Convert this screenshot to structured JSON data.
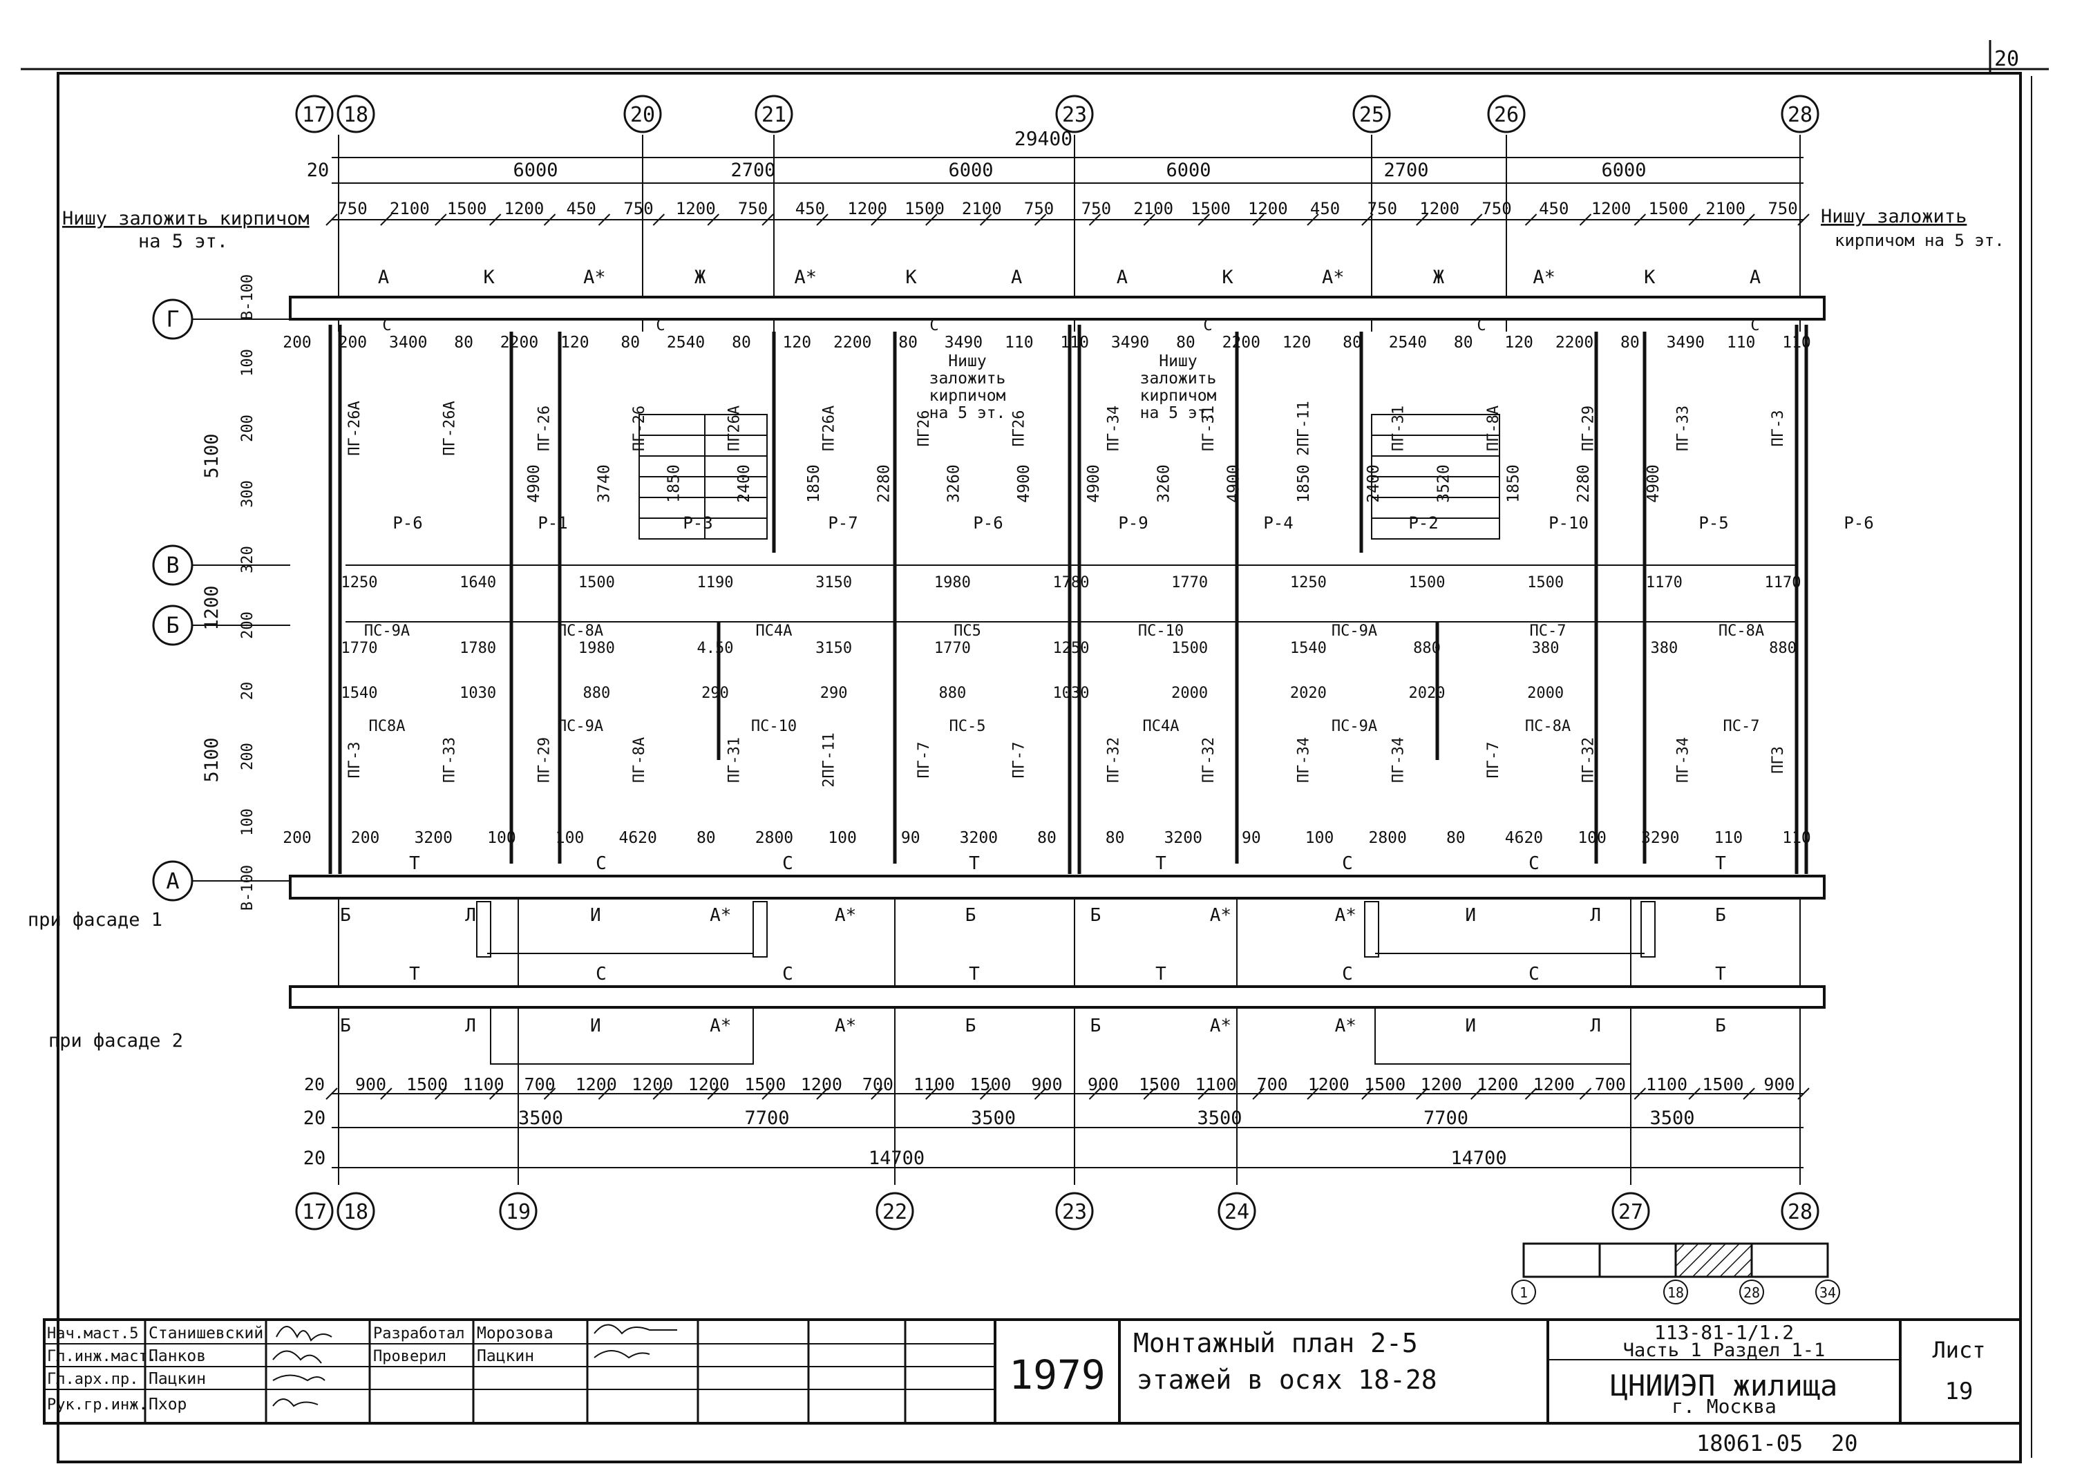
{
  "sheet": {
    "corner_number": "20",
    "title_line1": "Монтажный план 2-5",
    "title_line2": "этажей в осях 18-28",
    "year": "1979",
    "code": "113-81-1/1.2",
    "part": "Часть 1 Раздел 1-1",
    "org": "ЦНИИЭП жилища",
    "city": "г. Москва",
    "sheet_label": "Лист",
    "sheet_no": "19",
    "archive_no": "18061-05",
    "archive_page": "20"
  },
  "stamp": {
    "roles": [
      "Нач.маст.5",
      "Гл.инж.маст.",
      "Гл.арх.пр.",
      "Рук.гр.инж."
    ],
    "names": [
      "Станишевский",
      "Панков",
      "Пацкин",
      "Пхор"
    ],
    "role2": [
      "Разработал",
      "Проверил"
    ],
    "names2": [
      "Морозова",
      "Пацкин"
    ]
  },
  "axes": {
    "top": [
      "17",
      "18",
      "20",
      "21",
      "23",
      "25",
      "26",
      "28"
    ],
    "bottom": [
      "17",
      "18",
      "19",
      "22",
      "23",
      "24",
      "27",
      "28"
    ],
    "rows": [
      "Г",
      "В",
      "Б",
      "А"
    ]
  },
  "dims": {
    "overall_top": "29400",
    "top_row1": [
      "20",
      "6000",
      "2700",
      "6000",
      "6000",
      "2700",
      "6000"
    ],
    "top_row2": [
      "750",
      "2100",
      "1500",
      "1200",
      "450",
      "750",
      "1200",
      "750",
      "450",
      "1200",
      "1500",
      "2100",
      "750",
      "750",
      "2100",
      "1500",
      "1200",
      "450",
      "750",
      "1200",
      "750",
      "450",
      "1200",
      "1500",
      "2100",
      "750"
    ],
    "bot_row1": [
      "20",
      "900",
      "1500",
      "1100",
      "700",
      "1200",
      "1200",
      "1200",
      "1500",
      "1200",
      "700",
      "1100",
      "1500",
      "900",
      "900",
      "1500",
      "1100",
      "700",
      "1200",
      "1500",
      "1200",
      "1200",
      "1200",
      "700",
      "1100",
      "1500",
      "900"
    ],
    "bot_row2": [
      "20",
      "3500",
      "7700",
      "3500",
      "3500",
      "7700",
      "3500"
    ],
    "bot_row3": [
      "20",
      "14700",
      "14700"
    ],
    "left_vert": [
      "5100",
      "1200",
      "5100"
    ],
    "left_small": [
      "В-100",
      "100",
      "200",
      "300",
      "320",
      "200",
      "20",
      "200",
      "100",
      "В-100"
    ]
  },
  "notes": {
    "niche_left_1": "Нишу заложить кирпичом",
    "niche_left_2": "на 5 эт.",
    "niche_right_1": "Нишу заложить",
    "niche_right_2": "кирпичом на 5 эт.",
    "niche_c1": [
      "Нишу",
      "заложить",
      "кирпичом",
      "на 5 эт."
    ],
    "niche_c2": [
      "Нишу",
      "заложить",
      "кирпичом",
      "на 5 эт."
    ],
    "facade1": "при фасаде 1",
    "facade2": "при фасаде 2"
  },
  "panels": {
    "top_row": [
      "А",
      "К",
      "А*",
      "Ж",
      "А*",
      "К",
      "А",
      "А",
      "К",
      "А*",
      "Ж",
      "А*",
      "К",
      "А"
    ],
    "c_marks": [
      "С",
      "С",
      "С",
      "С",
      "С",
      "С"
    ],
    "f1_upper": [
      "Т",
      "С",
      "С",
      "Т",
      "Т",
      "С",
      "С",
      "Т"
    ],
    "f1_lower": [
      "Б",
      "Л",
      "И",
      "А*",
      "А*",
      "Б",
      "Б",
      "А*",
      "А*",
      "И",
      "Л",
      "Б"
    ],
    "f2_upper": [
      "Т",
      "С",
      "С",
      "Т",
      "Т",
      "С",
      "С",
      "Т"
    ],
    "f2_lower": [
      "Б",
      "Л",
      "И",
      "А*",
      "А*",
      "Б",
      "Б",
      "А*",
      "А*",
      "И",
      "Л",
      "Б"
    ]
  },
  "marks": {
    "partitions": [
      "ПГ-26А",
      "ПГ-26А",
      "ПГ-26",
      "ПГ-26",
      "ПГ26А",
      "ПГ26А",
      "ПГ26",
      "ПГ26",
      "ПГ-34",
      "ПГ-31",
      "2ПГ-11",
      "ПГ-31",
      "ПГ-8А",
      "ПГ-29",
      "ПГ-33",
      "ПГ-3",
      "ПГ-3",
      "ПГ-33",
      "ПГ-29",
      "ПГ-8А",
      "ПГ-31",
      "2ПГ-11",
      "ПГ-7",
      "ПГ-7",
      "ПГ-32",
      "ПГ-32",
      "ПГ-34",
      "ПГ-34",
      "ПГ-7",
      "ПГ-32",
      "ПГ-34",
      "ПГ3"
    ],
    "slabs": [
      "ПС-9А",
      "ПС-8А",
      "ПС4А",
      "ПС5",
      "ПС-10",
      "ПС-9А",
      "ПС-7",
      "ПС-8А",
      "ПС8А",
      "ПС-9А",
      "ПС-10",
      "ПС-5",
      "ПС4А",
      "ПС-9А",
      "ПС-8А",
      "ПС-7"
    ],
    "landings": [
      "Р-6",
      "Р-1",
      "Р-3",
      "Р-7",
      "Р-6",
      "Р-9",
      "Р-4",
      "Р-2",
      "Р-10",
      "Р-5",
      "Р-6"
    ]
  },
  "inner_dims": {
    "row_g": [
      "200",
      "200",
      "3400",
      "80",
      "2200",
      "120",
      "80",
      "2540",
      "80",
      "120",
      "2200",
      "80",
      "3490",
      "110",
      "110",
      "3490",
      "80",
      "2200",
      "120",
      "80",
      "2540",
      "80",
      "120",
      "2200",
      "80",
      "3490",
      "110",
      "110"
    ],
    "row_a": [
      "200",
      "200",
      "3200",
      "100",
      "100",
      "4620",
      "80",
      "2800",
      "100",
      "90",
      "3200",
      "80",
      "80",
      "3200",
      "90",
      "100",
      "2800",
      "80",
      "4620",
      "100",
      "3290",
      "110",
      "110"
    ],
    "mid": [
      "1250",
      "1640",
      "1500",
      "1190",
      "3150",
      "1980",
      "1780",
      "1770",
      "1250",
      "1500",
      "1500",
      "1170",
      "1170",
      "1770",
      "1780",
      "1980",
      "4.50",
      "3150",
      "1770",
      "1250",
      "1500",
      "1540",
      "880",
      "380",
      "380",
      "880",
      "1540",
      "1030",
      "880",
      "290",
      "290",
      "880",
      "1030",
      "2000",
      "2020",
      "2020",
      "2000"
    ],
    "vert": [
      "4900",
      "3740",
      "1850",
      "2400",
      "1850",
      "2280",
      "3260",
      "4900",
      "4900",
      "3260",
      "4900",
      "1850",
      "2400",
      "3520",
      "1850",
      "2280",
      "4900"
    ]
  },
  "legend": {
    "axes": [
      "1",
      "18",
      "28",
      "34"
    ]
  }
}
